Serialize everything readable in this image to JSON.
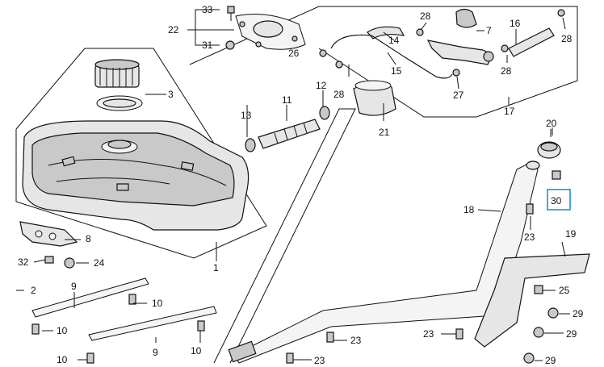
{
  "labels": [
    {
      "id": "lbl-33",
      "text": "33"
    },
    {
      "id": "lbl-22",
      "text": "22"
    },
    {
      "id": "lbl-31",
      "text": "31"
    },
    {
      "id": "lbl-3",
      "text": "3"
    },
    {
      "id": "lbl-26",
      "text": "26"
    },
    {
      "id": "lbl-14",
      "text": "14"
    },
    {
      "id": "lbl-15",
      "text": "15"
    },
    {
      "id": "lbl-28a",
      "text": "28"
    },
    {
      "id": "lbl-7",
      "text": "7"
    },
    {
      "id": "lbl-16",
      "text": "16"
    },
    {
      "id": "lbl-28b",
      "text": "28"
    },
    {
      "id": "lbl-28c",
      "text": "28"
    },
    {
      "id": "lbl-27",
      "text": "27"
    },
    {
      "id": "lbl-28d",
      "text": "28"
    },
    {
      "id": "lbl-12",
      "text": "12"
    },
    {
      "id": "lbl-17",
      "text": "17"
    },
    {
      "id": "lbl-13",
      "text": "13"
    },
    {
      "id": "lbl-11",
      "text": "11"
    },
    {
      "id": "lbl-21",
      "text": "21"
    },
    {
      "id": "lbl-20",
      "text": "20"
    },
    {
      "id": "lbl-30",
      "text": "30"
    },
    {
      "id": "lbl-18",
      "text": "18"
    },
    {
      "id": "lbl-23a",
      "text": "23"
    },
    {
      "id": "lbl-8",
      "text": "8"
    },
    {
      "id": "lbl-19",
      "text": "19"
    },
    {
      "id": "lbl-32",
      "text": "32"
    },
    {
      "id": "lbl-24",
      "text": "24"
    },
    {
      "id": "lbl-1",
      "text": "1"
    },
    {
      "id": "lbl-2",
      "text": "2"
    },
    {
      "id": "lbl-9a",
      "text": "9"
    },
    {
      "id": "lbl-25",
      "text": "25"
    },
    {
      "id": "lbl-10a",
      "text": "10"
    },
    {
      "id": "lbl-29a",
      "text": "29"
    },
    {
      "id": "lbl-10b",
      "text": "10"
    },
    {
      "id": "lbl-29b",
      "text": "29"
    },
    {
      "id": "lbl-23b",
      "text": "23"
    },
    {
      "id": "lbl-23c",
      "text": "23"
    },
    {
      "id": "lbl-9b",
      "text": "9"
    },
    {
      "id": "lbl-10c",
      "text": "10"
    },
    {
      "id": "lbl-10d",
      "text": "10"
    },
    {
      "id": "lbl-23d",
      "text": "23"
    },
    {
      "id": "lbl-29c",
      "text": "29"
    }
  ],
  "highlight": {
    "part_number": "30",
    "color": "#4aa8d8"
  }
}
